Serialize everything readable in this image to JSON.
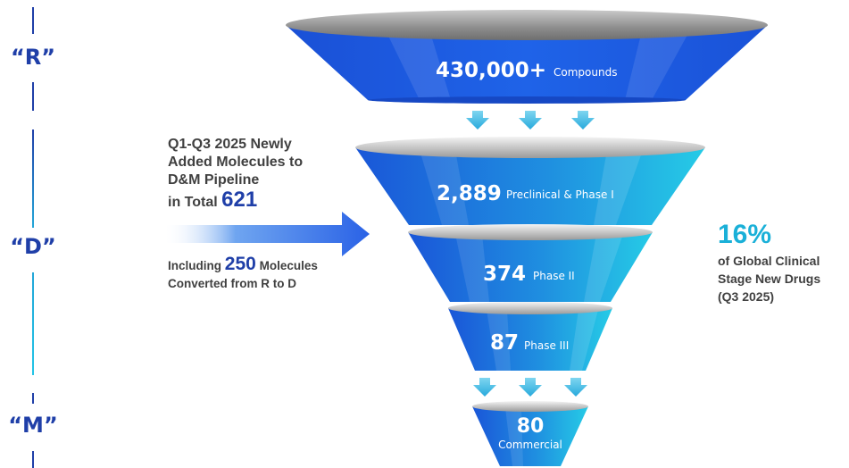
{
  "stages": {
    "research": "“R”",
    "development": "“D”",
    "manufacturing": "“M”"
  },
  "funnel": [
    {
      "value": "430,000+",
      "label": "Compounds"
    },
    {
      "value": "2,889",
      "label": "Preclinical & Phase I"
    },
    {
      "value": "374",
      "label": "Phase II"
    },
    {
      "value": "87",
      "label": "Phase III"
    },
    {
      "value": "80",
      "label": "Commercial"
    }
  ],
  "intro": {
    "line1": "Q1-Q3 2025 Newly",
    "line2": "Added Molecules to",
    "line3": "D&M Pipeline",
    "line4_prefix": "in Total",
    "total": "621"
  },
  "conversion": {
    "prefix": "Including",
    "count": "250",
    "suffix": "Molecules",
    "line2": "Converted from R to D"
  },
  "share": {
    "percent": "16%",
    "line1": "of Global Clinical",
    "line2": "Stage New Drugs",
    "line3": "(Q3 2025)"
  },
  "colors": {
    "navy": "#1f3fa8",
    "blue": "#1a56d8",
    "cyan": "#22c4e6",
    "text": "#404040"
  }
}
